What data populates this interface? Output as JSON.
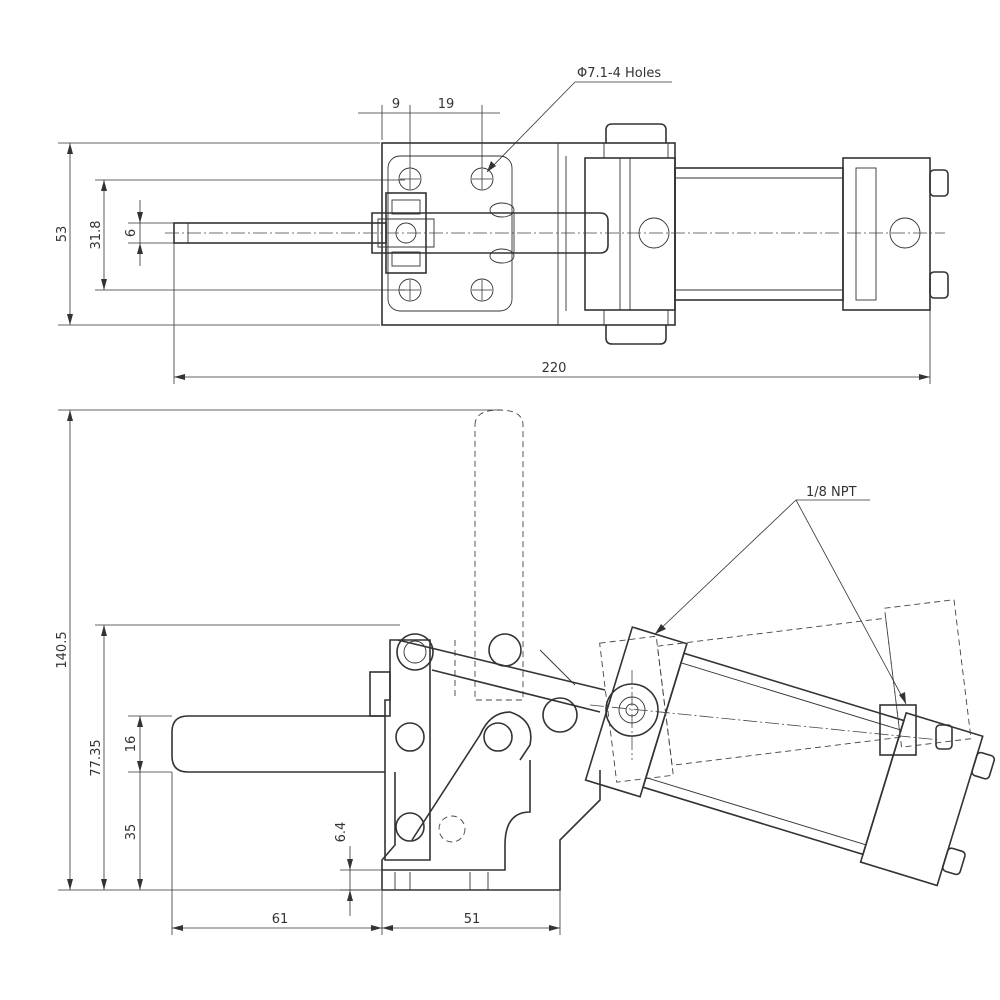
{
  "labels": {
    "holes_callout": "Φ7.1-4 Holes",
    "npt_callout": "1/8 NPT"
  },
  "dimensions": {
    "top_9": "9",
    "top_19": "19",
    "top_53": "53",
    "top_31_8": "31.8",
    "top_6": "6",
    "top_220": "220",
    "side_140_5": "140.5",
    "side_77_35": "77.35",
    "side_16": "16",
    "side_35": "35",
    "side_6_4": "6.4",
    "side_61": "61",
    "side_51": "51"
  },
  "colors": {
    "line": "#333333",
    "background": "#ffffff"
  }
}
